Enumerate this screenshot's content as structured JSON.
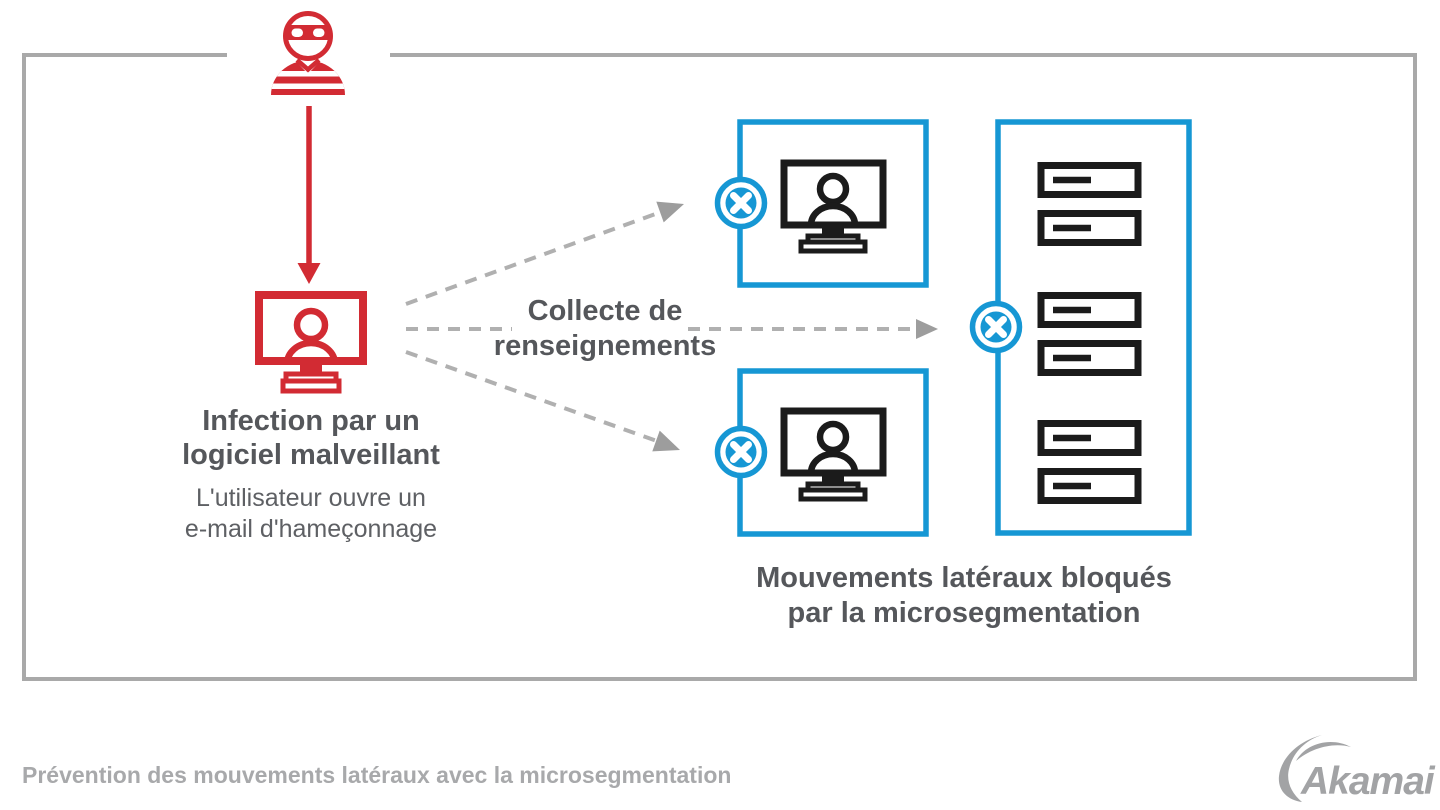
{
  "colors": {
    "red": "#d22b33",
    "blue": "#1697d4",
    "frame": "#a9a9a9",
    "dash": "#b0b0b0",
    "arrowhead": "#9d9d9d",
    "icon_black": "#1b1b1b",
    "text_dark": "#55575b",
    "text_medium": "#5e6064",
    "text_light": "#a8a9ab",
    "logo_gray": "#a2a3a5"
  },
  "icons": {
    "attacker": "masked-attacker-icon",
    "infection_arrow": "down-arrow-icon",
    "infected_computer": "computer-user-icon-red",
    "blocked_badge": "blocked-x-badge-icon",
    "workstation": "computer-user-icon-black",
    "server_rack": "server-rack-icon",
    "logo_swoosh": "akamai-swoosh-icon"
  },
  "steps": {
    "infection": {
      "title": [
        "Infection par un",
        "logiciel malveillant"
      ],
      "subtitle": [
        "L'utilisateur ouvre un",
        "e-mail d'hameçonnage"
      ]
    },
    "collection": {
      "label": [
        "Collecte de",
        "renseignements"
      ]
    },
    "blocked": {
      "label": [
        "Mouvements latéraux bloqués",
        "par la microsegmentation"
      ]
    }
  },
  "footer": {
    "caption": "Prévention des mouvements latéraux avec la microsegmentation",
    "logo_text": "Akamai"
  }
}
